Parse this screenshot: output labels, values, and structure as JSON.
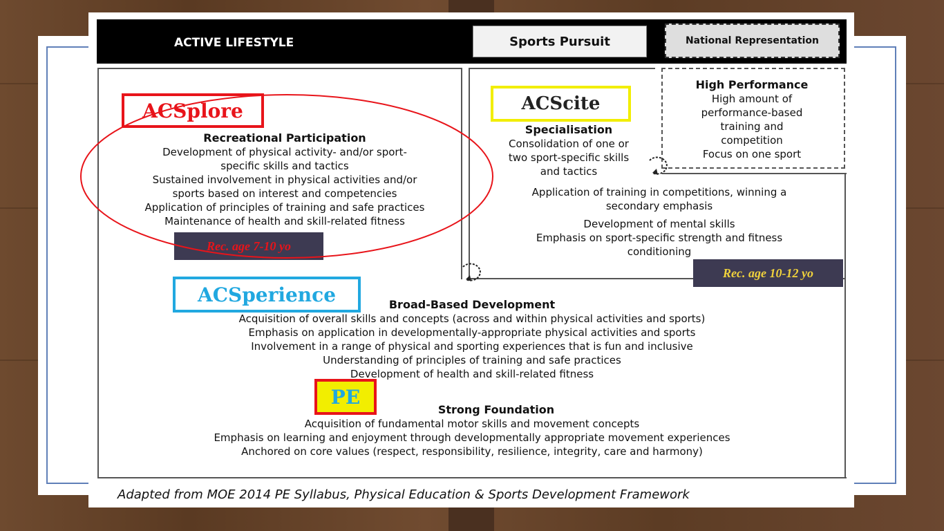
{
  "header": {
    "title": "ACTIVE LIFESTYLE",
    "sports_pursuit": "Sports Pursuit",
    "national_representation": "National Representation"
  },
  "acsplore": {
    "logo": "ACSplore",
    "heading": "Recreational Participation",
    "lines": [
      "Development of physical activity- and/or sport-",
      "specific skills and tactics",
      "Sustained involvement in physical activities and/or",
      "sports based on interest and competencies",
      "Application of principles of training and safe practices",
      "Maintenance of health and skill-related fitness"
    ],
    "rec_age": "Rec. age 7-10 yo"
  },
  "acscite": {
    "logo": "ACScite",
    "heading": "Specialisation",
    "lines": [
      "Consolidation of one or",
      "two sport-specific skills",
      "and tactics"
    ],
    "extra_lines": [
      "Application of training in competitions, winning a",
      "secondary emphasis",
      "Development of mental skills",
      "Emphasis on sport-specific strength and fitness",
      "conditioning"
    ],
    "rec_age": "Rec. age 10-12 yo"
  },
  "high_performance": {
    "heading": "High Performance",
    "lines": [
      "High amount of",
      "performance-based",
      "training and",
      "competition",
      "Focus on one sport"
    ]
  },
  "acsperience": {
    "logo": "ACSperience",
    "heading": "Broad-Based Development",
    "lines": [
      "Acquisition of overall skills and concepts (across and within physical activities and sports)",
      "Emphasis on application in developmentally-appropriate physical activities and sports",
      "Involvement in a range of physical and sporting experiences that is fun and inclusive",
      "Understanding of principles of training and safe practices",
      "Development of health and skill-related fitness"
    ]
  },
  "pe": {
    "logo": "PE",
    "heading": "Strong Foundation",
    "lines": [
      "Acquisition of fundamental motor skills and movement concepts",
      "Emphasis on learning and enjoyment through developmentally appropriate movement experiences",
      "Anchored on core values (respect, responsibility, resilience, integrity, care and harmony)"
    ]
  },
  "footer": "Adapted from MOE 2014 PE Syllabus, Physical Education & Sports Development Framework",
  "colors": {
    "red": "#e8141a",
    "yellow": "#f2ee00",
    "cyan": "#21a8e0",
    "tag_bg": "#3d3a52",
    "tag_text": "#f0d23c",
    "frame_blue": "#5f7fb8"
  }
}
